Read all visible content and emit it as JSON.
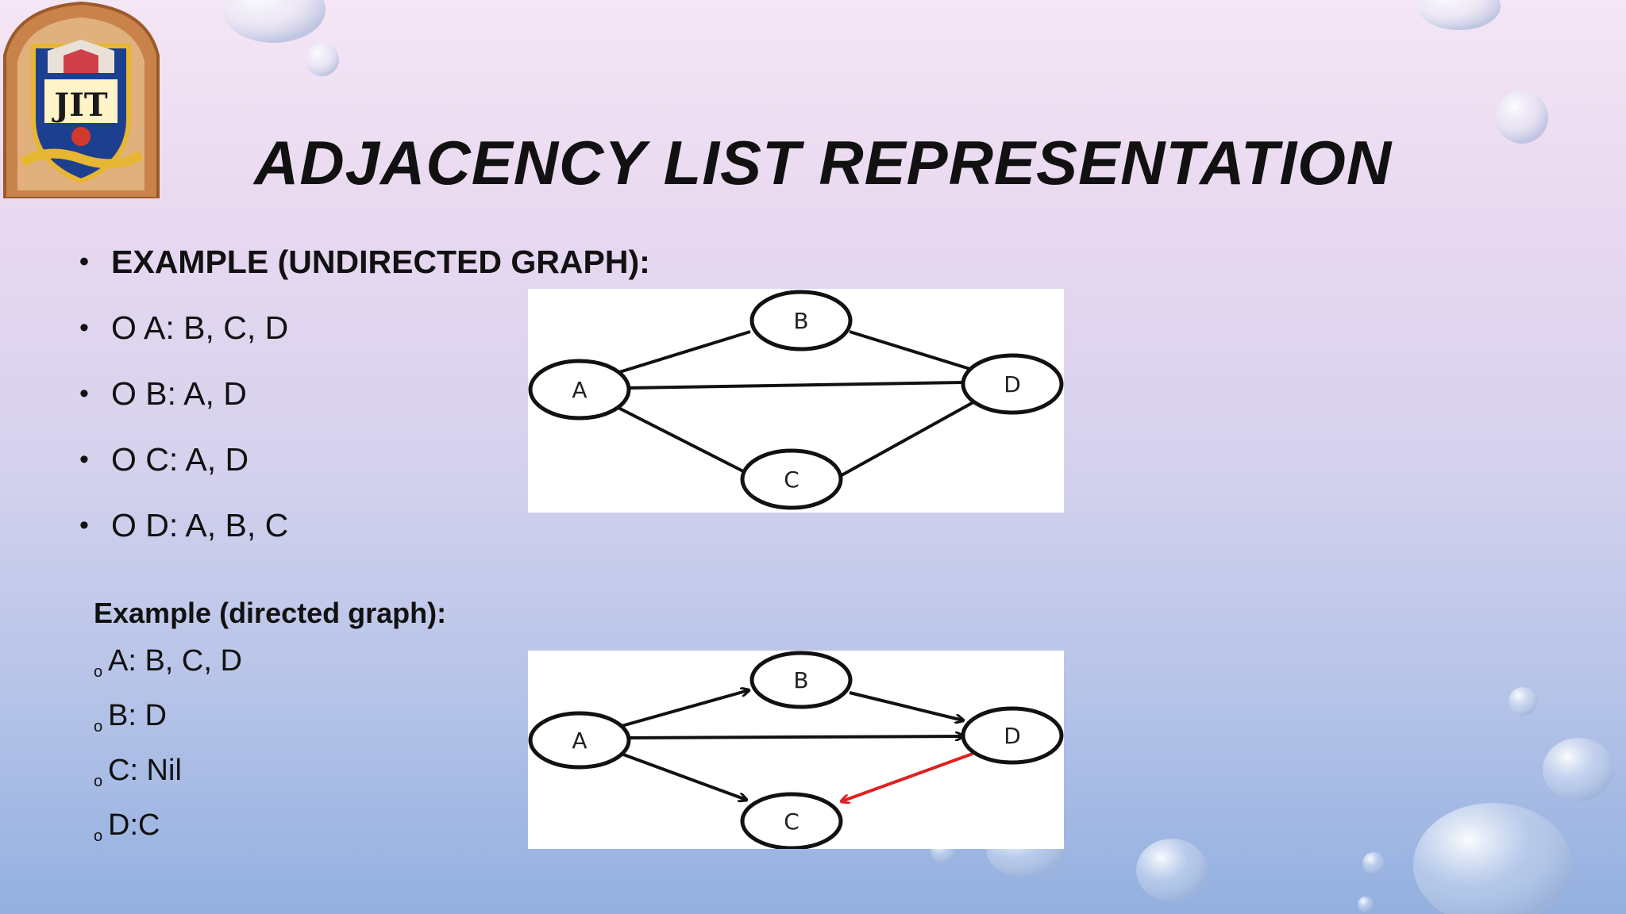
{
  "slide": {
    "title": "ADJACENCY LIST REPRESENTATION",
    "logo_text": "JIT"
  },
  "undirected": {
    "heading": "EXAMPLE (UNDIRECTED GRAPH):",
    "items": [
      "O A: B, C, D",
      "O B: A, D",
      "O C: A, D",
      "O D: A, B, C"
    ],
    "nodes": [
      "A",
      "B",
      "C",
      "D"
    ]
  },
  "directed": {
    "heading": "Example (directed graph):",
    "items": [
      "A: B, C, D",
      "B: D",
      "C: Nil",
      "D:C"
    ],
    "nodes": [
      "A",
      "B",
      "C",
      "D"
    ],
    "highlight_color": "#dd2222"
  },
  "colors": {
    "title": "#111111",
    "edge": "#111111",
    "background_top": "#f4e6f5",
    "background_bottom": "#93b0e0"
  }
}
